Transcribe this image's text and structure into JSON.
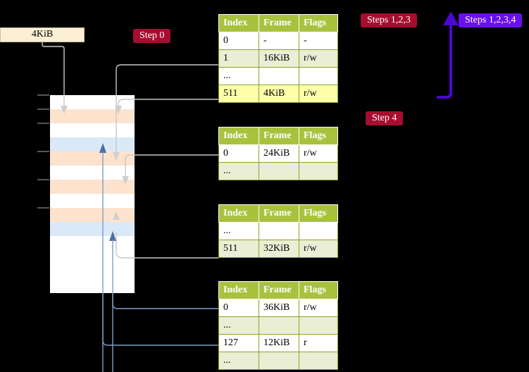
{
  "badges": {
    "step0": {
      "label": "Step 0",
      "color": "#a60d2e"
    },
    "steps123": {
      "label": "Steps 1,2,3",
      "color": "#a60d2e"
    },
    "steps1234": {
      "label": "Steps 1,2,3,4",
      "color": "#6a0ff0"
    },
    "step4": {
      "label": "Step 4",
      "color": "#a60d2e"
    }
  },
  "frame_box": {
    "label": "4KiB"
  },
  "table_headers": [
    "Index",
    "Frame",
    "Flags"
  ],
  "tables": [
    {
      "name": "pml4-table",
      "rows": [
        {
          "index": "0",
          "frame": "-",
          "flags": "-",
          "style": "plain"
        },
        {
          "index": "1",
          "frame": "16KiB",
          "flags": "r/w",
          "style": "alt"
        },
        {
          "index": "...",
          "frame": "",
          "flags": "",
          "style": "plain"
        },
        {
          "index": "511",
          "frame": "4KiB",
          "flags": "r/w",
          "style": "hl"
        }
      ]
    },
    {
      "name": "pdpt-table",
      "rows": [
        {
          "index": "0",
          "frame": "24KiB",
          "flags": "r/w",
          "style": "plain"
        },
        {
          "index": "...",
          "frame": "",
          "flags": "",
          "style": "alt"
        }
      ]
    },
    {
      "name": "pd-table",
      "rows": [
        {
          "index": "...",
          "frame": "",
          "flags": "",
          "style": "plain"
        },
        {
          "index": "511",
          "frame": "32KiB",
          "flags": "r/w",
          "style": "alt"
        }
      ]
    },
    {
      "name": "pt-table",
      "rows": [
        {
          "index": "0",
          "frame": "36KiB",
          "flags": "r/w",
          "style": "plain"
        },
        {
          "index": "...",
          "frame": "",
          "flags": "",
          "style": "alt"
        },
        {
          "index": "127",
          "frame": "12KiB",
          "flags": "r",
          "style": "plain"
        },
        {
          "index": "...",
          "frame": "",
          "flags": "",
          "style": "alt"
        }
      ]
    }
  ],
  "memory_rows": [
    {
      "fill": "white",
      "tick": true
    },
    {
      "fill": "orange",
      "tick": true
    },
    {
      "fill": "white",
      "tick": true
    },
    {
      "fill": "blue",
      "tick": false
    },
    {
      "fill": "orange",
      "tick": true
    },
    {
      "fill": "white",
      "tick": false
    },
    {
      "fill": "orange",
      "tick": true
    },
    {
      "fill": "white",
      "tick": false
    },
    {
      "fill": "orange",
      "tick": true
    },
    {
      "fill": "blue",
      "tick": false
    },
    {
      "fill": "white",
      "tick": false
    },
    {
      "fill": "white",
      "tick": false
    },
    {
      "fill": "white",
      "tick": false
    },
    {
      "fill": "white",
      "tick": false
    }
  ],
  "colors": {
    "background": "#000000",
    "table_header": "#a9c23e",
    "table_alt_row": "#e9eed4",
    "table_highlight_row": "#ffffaa",
    "memory_orange": "#fde3cd",
    "memory_blue": "#dbe8f7",
    "wire_gray": "#c8c8c8",
    "wire_blue": "#7e9cc8",
    "bracket_purple": "#4b08d0",
    "frame_box": "#fbefd4"
  }
}
